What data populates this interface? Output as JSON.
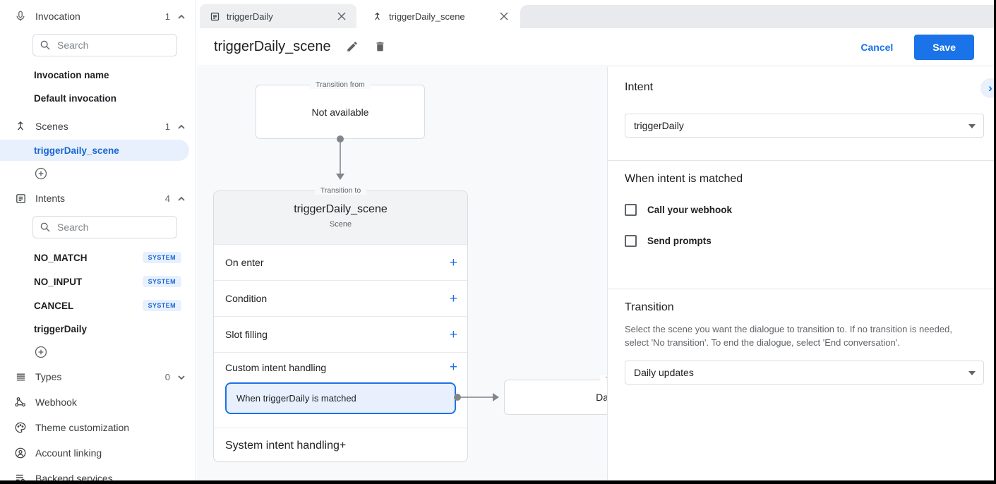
{
  "colors": {
    "accent": "#1a73e8",
    "selection_bg": "#e8f0fe",
    "selection_text": "#1967d2"
  },
  "sidebar": {
    "search_placeholder": "Search",
    "invocation": {
      "label": "Invocation",
      "count": "1"
    },
    "invocation_items": [
      "Invocation name",
      "Default invocation"
    ],
    "scenes": {
      "label": "Scenes",
      "count": "1",
      "active_item": "triggerDaily_scene"
    },
    "intents": {
      "label": "Intents",
      "count": "4",
      "items": [
        {
          "label": "NO_MATCH",
          "badge": "SYSTEM"
        },
        {
          "label": "NO_INPUT",
          "badge": "SYSTEM"
        },
        {
          "label": "CANCEL",
          "badge": "SYSTEM"
        },
        {
          "label": "triggerDaily",
          "badge": ""
        }
      ]
    },
    "types": {
      "label": "Types",
      "count": "0"
    },
    "links": [
      "Webhook",
      "Theme customization",
      "Account linking",
      "Backend services"
    ]
  },
  "tabs": [
    {
      "label": "triggerDaily"
    },
    {
      "label": "triggerDaily_scene"
    }
  ],
  "header": {
    "title": "triggerDaily_scene",
    "cancel": "Cancel",
    "save": "Save"
  },
  "canvas": {
    "transition_from": {
      "legend": "Transition from",
      "text": "Not available"
    },
    "scene": {
      "legend": "Transition to",
      "title": "triggerDaily_scene",
      "subtitle": "Scene",
      "rows": [
        "On enter",
        "Condition",
        "Slot filling"
      ],
      "custom_intent_label": "Custom intent handling",
      "matched_chip": "When triggerDaily is matched",
      "system_intent_label": "System intent handling",
      "plus": "+"
    },
    "target": {
      "legend": "Transition to",
      "text": "Daily updates"
    }
  },
  "panel": {
    "intent": {
      "heading": "Intent",
      "value": "triggerDaily"
    },
    "matched": {
      "heading": "When intent is matched",
      "checkboxes": [
        "Call your webhook",
        "Send prompts"
      ]
    },
    "transition": {
      "heading": "Transition",
      "description": "Select the scene you want the dialogue to transition to. If no transition is needed, select 'No transition'. To end the dialogue, select 'End conversation'.",
      "value": "Daily updates"
    },
    "collapse": "›"
  }
}
